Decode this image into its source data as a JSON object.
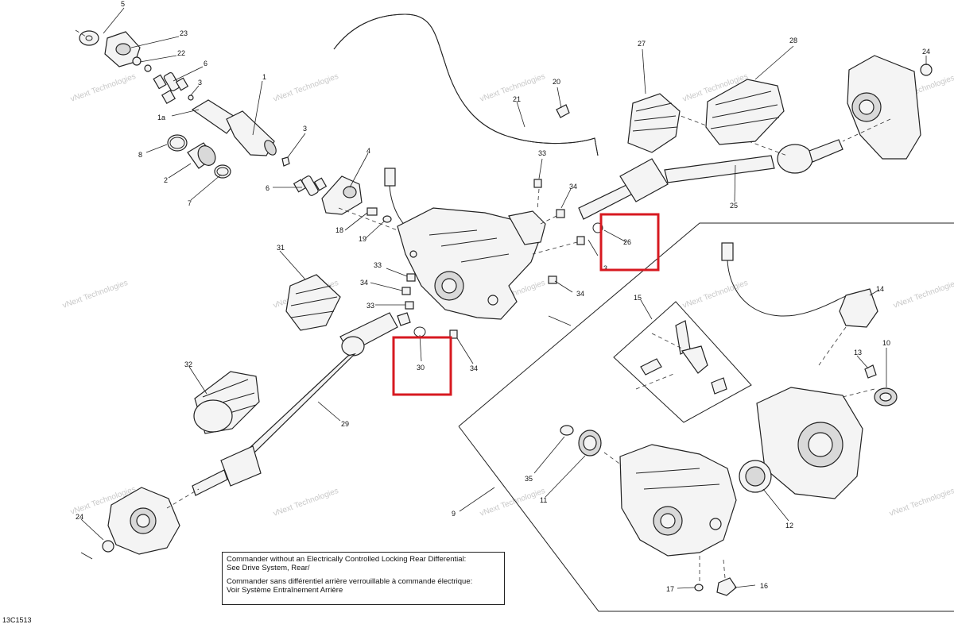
{
  "diagram": {
    "code": "13C1513",
    "watermark": "vNext Technologies",
    "highlight_color": "#d71920",
    "note": {
      "line1": "Commander without an Electrically Controlled Locking Rear Differential:",
      "line2": "See Drive System, Rear/",
      "line3": "Commander sans différentiel arrière verrouillable à commande électrique:",
      "line4": "Voir Système Entraînement Arrière"
    },
    "callouts": {
      "c1": "1",
      "c1a": "1a",
      "c2": "2",
      "c3a": "3",
      "c3b": "3",
      "c3c": "3",
      "c4": "4",
      "c5": "5",
      "c6a": "6",
      "c6b": "6",
      "c7": "7",
      "c8": "8",
      "c9": "9",
      "c10": "10",
      "c11": "11",
      "c12": "12",
      "c13": "13",
      "c14": "14",
      "c15": "15",
      "c16": "16",
      "c17": "17",
      "c18": "18",
      "c19": "19",
      "c20": "20",
      "c21": "21",
      "c22": "22",
      "c23": "23",
      "c24a": "24",
      "c24b": "24",
      "c25": "25",
      "c26": "26",
      "c27": "27",
      "c28": "28",
      "c29": "29",
      "c30": "30",
      "c31": "31",
      "c32": "32",
      "c33a": "33",
      "c33b": "33",
      "c33c": "33",
      "c34a": "34",
      "c34b": "34",
      "c34c": "34",
      "c34d": "34",
      "c35": "35"
    }
  }
}
